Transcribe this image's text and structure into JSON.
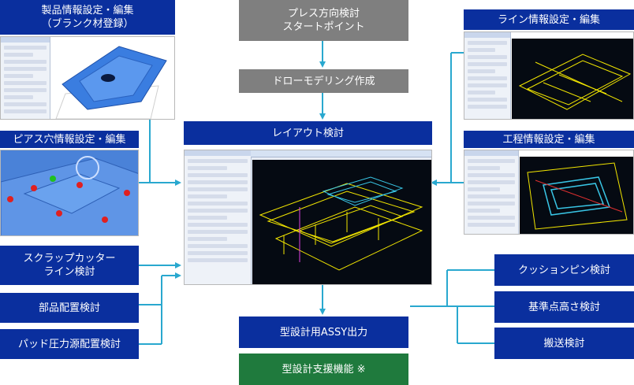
{
  "boxes": {
    "press_start": "プレス方向検討\nスタートポイント",
    "draw_model": "ドローモデリング作成",
    "layout": "レイアウト検討",
    "assy_output": "型設計用ASSY出力",
    "design_support": "型設計支援機能 ※",
    "product_info": "製品情報設定・編集\n（ブランク材登録）",
    "pierce_info": "ピアス穴情報設定・編集",
    "scrap_cutter": "スクラップカッター\nライン検討",
    "parts_layout": "部品配置検討",
    "pad_pressure": "パッド圧力源配置検討",
    "line_info": "ライン情報設定・編集",
    "process_info": "工程情報設定・編集",
    "cushion_pin": "クッションピン検討",
    "ref_height": "基準点高さ検討",
    "transfer": "搬送検討"
  },
  "colors": {
    "box_blue": "#0a2f9e",
    "box_gray": "#7f7f7f",
    "box_green": "#1f7a3d",
    "connector": "#29a8cf",
    "cad_yellow": "#f2e600",
    "cad_cyan": "#39c6e6",
    "model_blue": "#3a7de0"
  }
}
